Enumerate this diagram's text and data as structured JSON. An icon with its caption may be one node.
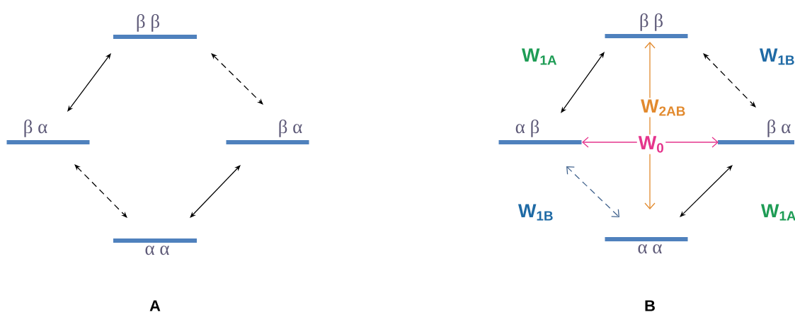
{
  "diagram": {
    "nodes": [
      {
        "text": [
          "β β"
        ]
      },
      {
        "text": [
          "β α"
        ]
      },
      {
        "text": [
          "β α"
        ]
      },
      {
        "text": [
          "α α"
        ]
      },
      {
        "text": [
          "β β"
        ]
      },
      {
        "text": [
          "α β"
        ]
      },
      {
        "text": [
          "β α"
        ]
      },
      {
        "text": [
          "α α"
        ]
      }
    ],
    "edges": [
      {
        "from": 0,
        "to": 1,
        "arrow": "both"
      },
      {
        "from": 0,
        "to": 2,
        "arrow": "both",
        "style": "dashed"
      },
      {
        "from": 1,
        "to": 3,
        "arrow": "both",
        "style": "dashed"
      },
      {
        "from": 2,
        "to": 3,
        "arrow": "both"
      },
      {
        "from": 5,
        "to": 4,
        "arrow": "both",
        "label": "W$_{1A}$"
      },
      {
        "from": 4,
        "to": 6,
        "arrow": "both",
        "style": "dashed",
        "label": "W$_{1B}$"
      },
      {
        "from": 5,
        "to": 7,
        "arrow": "both",
        "style": "dashed",
        "color": "#44658f",
        "label": "W$_{1B}$"
      },
      {
        "from": 6,
        "to": 7,
        "arrow": "both",
        "label": "W$_{1A}$"
      },
      {
        "from": 7,
        "to": 4,
        "arrow": "both",
        "color": "#e28a2e",
        "label": "W$_{2AB}$"
      },
      {
        "from": 5,
        "to": 6,
        "arrow": "both",
        "color": "#e5358c",
        "label": "W$_{0}$"
      }
    ],
    "labels": [
      "A",
      "B"
    ]
  }
}
